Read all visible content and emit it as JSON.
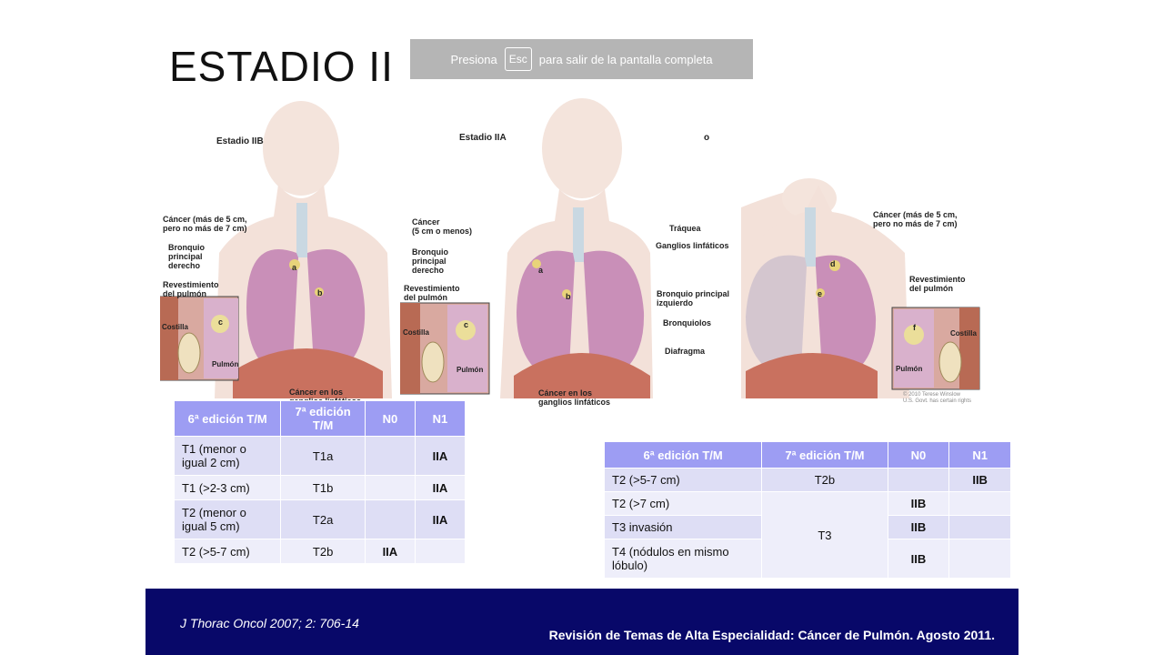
{
  "slide": {
    "title": "ESTADIO II"
  },
  "fullscreen_banner": {
    "prefix": "Presiona",
    "key": "Esc",
    "suffix": "para salir de la pantalla completa"
  },
  "illustration": {
    "left_stage": "Estadio IIB",
    "middle_stage": "Estadio IIA",
    "or_marker": "o",
    "labels": {
      "cancer_5_7_left": "Cáncer (más de 5 cm,\npero no más de 7 cm)",
      "bronquio_derecho_left": "Bronquio\nprincipal\nderecho",
      "revestimiento_left": "Revestimiento\ndel pulmón",
      "costilla_left": "Costilla",
      "pulmon_left": "Pulmón",
      "ganglios_left": "Cáncer en los\nganglios linfáticos",
      "cancer_5_menos": "Cáncer\n(5 cm o menos)",
      "bronquio_derecho_mid": "Bronquio\nprincipal\nderecho",
      "revestimiento_mid": "Revestimiento\ndel pulmón",
      "costilla_mid": "Costilla",
      "pulmon_mid": "Pulmón",
      "ganglios_mid": "Cáncer en los\nganglios linfáticos",
      "traquea": "Tráquea",
      "ganglios_linfaticos": "Ganglios linfáticos",
      "bronquio_izquierdo": "Bronquio principal\nizquierdo",
      "bronquiolos": "Bronquiolos",
      "diafragma": "Diafragma",
      "cancer_5_7_right": "Cáncer (más de 5 cm,\npero no más de 7 cm)",
      "revestimiento_right": "Revestimiento\ndel pulmón",
      "costilla_right": "Costilla",
      "pulmon_right": "Pulmón",
      "copyright": "© 2010 Terese Winslow\nU.S. Govt. has certain rights"
    },
    "markers": [
      "a",
      "b",
      "c",
      "a",
      "b",
      "c",
      "d",
      "e",
      "f"
    ]
  },
  "table_left": {
    "headers": [
      "6ª edición T/M",
      "7ª edición T/M",
      "N0",
      "N1"
    ],
    "rows": [
      [
        "T1 (menor o igual 2 cm)",
        "T1a",
        "",
        "IIA"
      ],
      [
        "T1 (>2-3 cm)",
        "T1b",
        "",
        "IIA"
      ],
      [
        "T2 (menor o igual 5 cm)",
        "T2a",
        "",
        "IIA"
      ],
      [
        "T2 (>5-7 cm)",
        "T2b",
        "IIA",
        ""
      ]
    ]
  },
  "table_right": {
    "headers": [
      "6ª edición T/M",
      "7ª edición T/M",
      "N0",
      "N1"
    ],
    "rows": [
      [
        "T2 (>5-7 cm)",
        "T2b",
        "",
        "IIB"
      ],
      [
        "T2 (>7 cm)",
        "T3",
        "IIB",
        ""
      ],
      [
        "T3 invasión",
        "",
        "IIB",
        ""
      ],
      [
        "T4 (nódulos en mismo lóbulo)",
        "",
        "IIB",
        ""
      ]
    ]
  },
  "footer": {
    "citation": "J Thorac Oncol 2007; 2: 706-14",
    "title": "Revisión de Temas de Alta Especialidad: Cáncer de Pulmón. Agosto 2011."
  },
  "colors": {
    "header": "#9d9df3",
    "row_odd": "#dedef5",
    "row_even": "#eeeefa",
    "footer": "#080869"
  }
}
